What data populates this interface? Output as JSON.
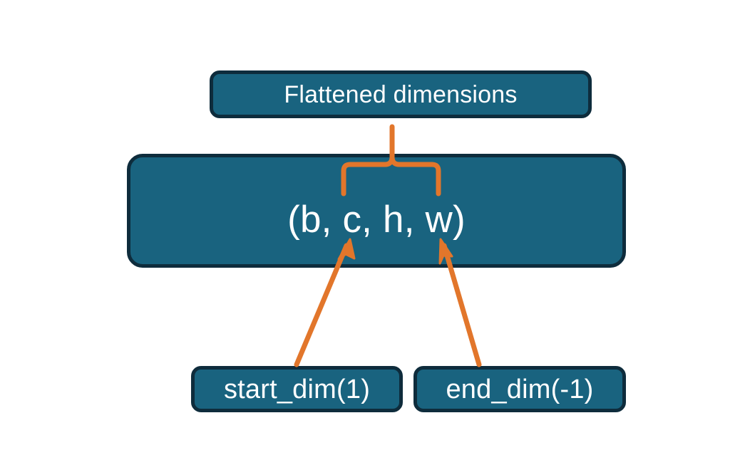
{
  "diagram": {
    "title_node": {
      "label": "Flattened dimensions"
    },
    "shape_node": {
      "label": "(b, c, h, w)"
    },
    "start_node": {
      "label": "start_dim(1)"
    },
    "end_node": {
      "label": "end_dim(-1)"
    },
    "connectors": {
      "brace_name": "flattened-range-brace",
      "start_arrow_name": "start-dim-arrow",
      "end_arrow_name": "end-dim-arrow"
    },
    "colors": {
      "box_fill": "#19637f",
      "box_border": "#0e2c3c",
      "text": "#ffffff",
      "accent": "#e2762b",
      "background": "#ffffff"
    }
  }
}
